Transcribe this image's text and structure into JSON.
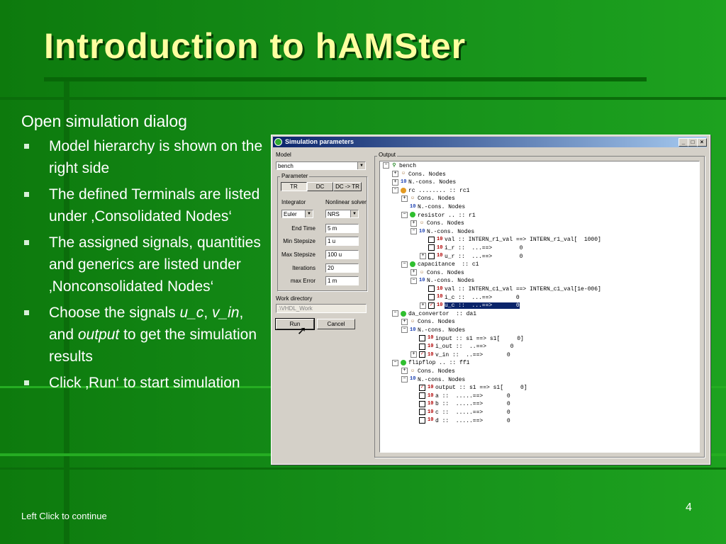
{
  "slide": {
    "title": "Introduction to hAMSter",
    "intro": "Open simulation dialog",
    "bullets": [
      "Model hierarchy is shown on the right side",
      "The defined Terminals are listed under ‚Consolidated Nodes‘",
      "The assigned signals, quantities and generics are listed under ‚Nonconsolidated Nodes‘",
      "Click ‚Run‘ to start simulation"
    ],
    "choose": {
      "pre": "Choose the signals ",
      "s1": "u_c",
      "c1": ", ",
      "s2": "v_in",
      "c2": ", and ",
      "s3": "output",
      "post": " to get the simulation results"
    },
    "footer": "Left Click to continue",
    "page_number": "4"
  },
  "dialog": {
    "title": "Simulation parameters",
    "window_buttons": [
      "_",
      "□",
      "×"
    ],
    "model_label": "Model",
    "model_value": "bench",
    "parameter_label": "Parameter",
    "tabs": [
      "TR",
      "DC",
      "DC -> TR"
    ],
    "integrator_label": "Integrator",
    "integrator_value": "Euler",
    "solver_label": "Nonlinear solver",
    "solver_value": "NRS",
    "fields": [
      {
        "label": "End Time",
        "value": "5 m"
      },
      {
        "label": "Min Stepsize",
        "value": "1 u"
      },
      {
        "label": "Max Stepsize",
        "value": "100 u"
      },
      {
        "label": "Iterations",
        "value": "20"
      },
      {
        "label": "max  Error",
        "value": "1 m"
      }
    ],
    "workdir_label": "Work directory",
    "workdir_value": ".\\VHDL_Work",
    "run_label": "Run",
    "cancel_label": "Cancel",
    "output_label": "Output",
    "tree": [
      {
        "d": 0,
        "ex": "-",
        "ic": "bench",
        "cb": "",
        "t": "bench"
      },
      {
        "d": 1,
        "ex": "+",
        "ic": "cons",
        "cb": "",
        "t": "Cons. Nodes"
      },
      {
        "d": 1,
        "ex": "+",
        "ic": "ncons",
        "cb": "",
        "t": "N.-cons. Nodes"
      },
      {
        "d": 1,
        "ex": "-",
        "ic": "orange",
        "cb": "",
        "t": "rc ........ :: rc1"
      },
      {
        "d": 2,
        "ex": "+",
        "ic": "cons",
        "cb": "",
        "t": "Cons. Nodes"
      },
      {
        "d": 2,
        "ex": "",
        "ic": "ncons",
        "cb": "",
        "t": "N.-cons. Nodes"
      },
      {
        "d": 2,
        "ex": "-",
        "ic": "green",
        "cb": "",
        "t": "resistor .. :: r1"
      },
      {
        "d": 3,
        "ex": "+",
        "ic": "cons",
        "cb": "",
        "t": "Cons. Nodes"
      },
      {
        "d": 3,
        "ex": "-",
        "ic": "ncons",
        "cb": "",
        "t": "N.-cons. Nodes"
      },
      {
        "d": 4,
        "ex": "",
        "ic": "sig",
        "cb": "off",
        "t": "val :: INTERN_r1_val ==> INTERN_r1_val[  1000]"
      },
      {
        "d": 4,
        "ex": "",
        "ic": "sig",
        "cb": "off",
        "t": "i_r ::  ...==>        0"
      },
      {
        "d": 4,
        "ex": "+",
        "ic": "sig",
        "cb": "off",
        "t": "u_r ::  ...==>        0"
      },
      {
        "d": 2,
        "ex": "-",
        "ic": "green",
        "cb": "",
        "t": "capacitance  :: c1"
      },
      {
        "d": 3,
        "ex": "+",
        "ic": "cons",
        "cb": "",
        "t": "Cons. Nodes"
      },
      {
        "d": 3,
        "ex": "-",
        "ic": "ncons",
        "cb": "",
        "t": "N.-cons. Nodes"
      },
      {
        "d": 4,
        "ex": "",
        "ic": "sig",
        "cb": "off",
        "t": "val :: INTERN_c1_val ==> INTERN_c1_val[1e-006]"
      },
      {
        "d": 4,
        "ex": "",
        "ic": "sig",
        "cb": "off",
        "t": "i_c ::  ...==>       0"
      },
      {
        "d": 4,
        "ex": "+",
        "ic": "sig",
        "cb": "on",
        "t": "u_c ::  ...==>       0",
        "sel": true
      },
      {
        "d": 1,
        "ex": "-",
        "ic": "green",
        "cb": "",
        "t": "da_convertor  :: da1"
      },
      {
        "d": 2,
        "ex": "+",
        "ic": "cons",
        "cb": "",
        "t": "Cons. Nodes"
      },
      {
        "d": 2,
        "ex": "-",
        "ic": "ncons",
        "cb": "",
        "t": "N.-cons. Nodes"
      },
      {
        "d": 3,
        "ex": "",
        "ic": "sig",
        "cb": "off",
        "t": "input :: s1 ==> s1[     0]"
      },
      {
        "d": 3,
        "ex": "",
        "ic": "sig",
        "cb": "off",
        "t": "i_out ::  ..==>       0"
      },
      {
        "d": 3,
        "ex": "+",
        "ic": "sig",
        "cb": "on",
        "t": "v_in ::  ..==>       0"
      },
      {
        "d": 1,
        "ex": "-",
        "ic": "green",
        "cb": "",
        "t": "flipflop .. :: ff1"
      },
      {
        "d": 2,
        "ex": "+",
        "ic": "cons",
        "cb": "",
        "t": "Cons. Nodes"
      },
      {
        "d": 2,
        "ex": "-",
        "ic": "ncons",
        "cb": "",
        "t": "N.-cons. Nodes"
      },
      {
        "d": 3,
        "ex": "",
        "ic": "sig",
        "cb": "on",
        "t": "output :: s1 ==> s1[     0]"
      },
      {
        "d": 3,
        "ex": "",
        "ic": "sig",
        "cb": "off",
        "t": "a ::  .....==>       0"
      },
      {
        "d": 3,
        "ex": "",
        "ic": "sig",
        "cb": "off",
        "t": "b ::  .....==>       0"
      },
      {
        "d": 3,
        "ex": "",
        "ic": "sig",
        "cb": "off",
        "t": "c ::  .....==>       0"
      },
      {
        "d": 3,
        "ex": "",
        "ic": "sig",
        "cb": "off",
        "t": "d ::  .....==>       0"
      }
    ]
  },
  "colors": {
    "background": "#16901a",
    "title": "#ffffa0",
    "text": "#ffffff",
    "titlebar": "#0a246a",
    "selection": "#0a246a"
  },
  "icons": {
    "bullet": "square-bullet-icon",
    "app": "globe-icon",
    "cursor": "mouse-pointer-icon"
  }
}
